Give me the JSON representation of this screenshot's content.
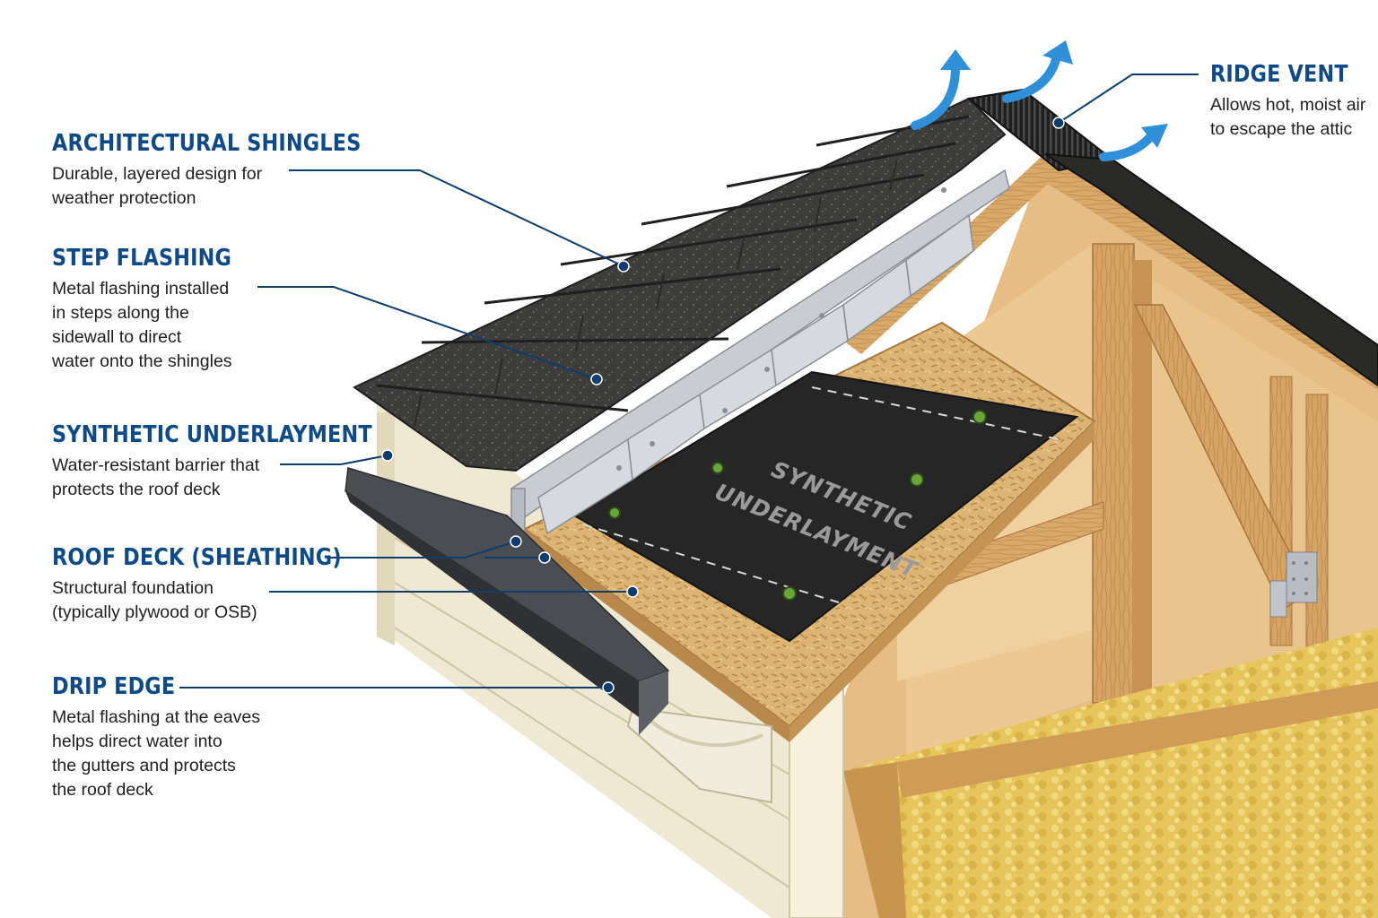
{
  "labels": {
    "shingles": {
      "title": "ARCHITECTURAL SHINGLES",
      "desc": "Durable, layered design for\nweather protection"
    },
    "step_flashing": {
      "title": "STEP FLASHING",
      "desc": "Metal flashing installed\nin steps along the\nsidewall to direct\nwater onto the shingles"
    },
    "underlayment": {
      "title": "SYNTHETIC UNDERLAYMENT",
      "desc": "Water-resistant barrier that\nprotects the roof deck"
    },
    "roof_deck": {
      "title": "ROOF DECK (SHEATHING)",
      "desc": "Structural foundation\n(typically plywood or OSB)"
    },
    "drip_edge": {
      "title": "DRIP EDGE",
      "desc": "Metal flashing at the eaves\nhelps direct water into\nthe gutters and protects\nthe roof deck"
    },
    "ridge_vent": {
      "title": "RIDGE VENT",
      "desc": "Allows hot, moist air\nto escape the attic"
    }
  },
  "underlayment_print": {
    "line1": "SYNTHETIC",
    "line2": "UNDERLAYMENT"
  },
  "colors": {
    "title_blue": "#0e4a8a",
    "leader_line": "#0e3d6e",
    "airflow_arrow": "#2f8fd8",
    "shingle": "#3f3f3d",
    "underlayment": "#262626",
    "osb": "#d9b273",
    "lumber": "#d7a86a",
    "insulation": "#e7c760",
    "metal_flashing": "#c9cdd2",
    "drip_edge": "#55585c"
  }
}
